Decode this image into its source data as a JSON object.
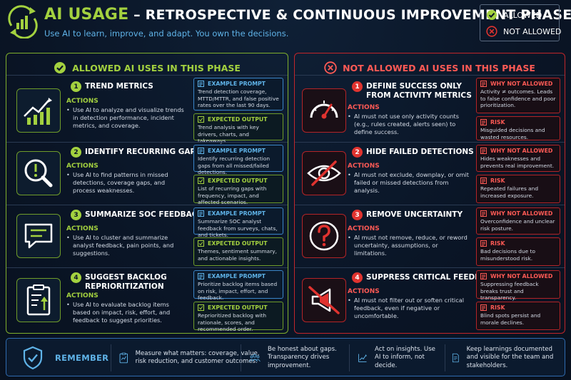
{
  "header": {
    "title_highlight": "AI USAGE",
    "title_rest": " – RETROSPECTIVE & CONTINUOUS IMPROVEMENT PHASE",
    "subtitle": "Use AI to learn, improve, and adapt. You own the decisions."
  },
  "legend": {
    "allowed": "ALLOWED",
    "not_allowed": "NOT ALLOWED"
  },
  "colors": {
    "allowed": "#a3d13f",
    "not_allowed": "#e0332f",
    "accent_blue": "#5fb3e8",
    "background": "#0a1526"
  },
  "allowed": {
    "heading": "ALLOWED AI USES IN THIS PHASE",
    "actions_label": "ACTIONS",
    "example_label": "EXAMPLE PROMPT",
    "output_label": "EXPECTED OUTPUT",
    "items": [
      {
        "num": "1",
        "icon": "trend-chart-icon",
        "title": "TREND METRICS",
        "action": "Use AI to analyze and visualize trends in detection performance, incident metrics, and coverage.",
        "prompt": "Trend detection coverage, MTTD/MTTR, and false positive rates over the last 90 days.",
        "output": "Trend analysis with key drivers, charts, and takeaways."
      },
      {
        "num": "2",
        "icon": "magnifier-alert-icon",
        "title": "IDENTIFY RECURRING GAPS",
        "action": "Use AI to find patterns in missed detections, coverage gaps, and process weaknesses.",
        "prompt": "Identify recurring detection gaps from all missed/failed detections.",
        "output": "List of recurring gaps with frequency, impact, and affected scenarios."
      },
      {
        "num": "3",
        "icon": "chat-feedback-icon",
        "title": "SUMMARIZE SOC FEEDBACK",
        "action": "Use AI to cluster and summarize analyst feedback, pain points, and suggestions.",
        "prompt": "Summarize SOC analyst feedback from surveys, chats, and tickets.",
        "output": "Themes, sentiment summary, and actionable insights."
      },
      {
        "num": "4",
        "icon": "clipboard-priority-icon",
        "title_line1": "SUGGEST BACKLOG",
        "title_line2": "REPRIORITIZATION",
        "action": "Use AI to evaluate backlog items based on impact, risk, effort, and feedback to suggest priorities.",
        "prompt": "Prioritize backlog items based on risk, impact, effort, and feedback.",
        "output": "Reprioritized backlog with rationale, scores, and recommended order."
      }
    ]
  },
  "not_allowed": {
    "heading": "NOT ALLOWED AI USES IN THIS PHASE",
    "actions_label": "ACTIONS",
    "why_label": "WHY NOT ALLOWED",
    "risk_label": "RISK",
    "items": [
      {
        "num": "1",
        "icon": "gauge-icon",
        "title_line1": "DEFINE SUCCESS ONLY",
        "title_line2": "FROM ACTIVITY METRICS",
        "action": "AI must not use only activity counts (e.g., rules created, alerts seen) to define success.",
        "why": "Activity ≠ outcomes. Leads to false confidence and poor prioritization.",
        "risk": "Misguided decisions and wasted resources."
      },
      {
        "num": "2",
        "icon": "eye-slash-icon",
        "title": "HIDE FAILED DETECTIONS",
        "action": "AI must not exclude, downplay, or omit failed or missed detections from analysis.",
        "why": "Hides weaknesses and prevents real improvement.",
        "risk": "Repeated failures and increased exposure."
      },
      {
        "num": "3",
        "icon": "question-icon",
        "title": "REMOVE UNCERTAINTY",
        "action": "AI must not remove, reduce, or reword uncertainty, assumptions, or limitations.",
        "why": "Overconfidence and unclear risk posture.",
        "risk": "Bad decisions due to misunderstood risk."
      },
      {
        "num": "4",
        "icon": "muted-megaphone-icon",
        "title": "SUPPRESS CRITICAL FEEDBACK",
        "action": "AI must not filter out or soften critical feedback, even if negative or uncomfortable.",
        "why": "Suppressing feedback breaks trust and transparency.",
        "risk": "Blind spots persist and morale declines."
      }
    ]
  },
  "remember": {
    "label": "REMEMBER",
    "items": [
      {
        "icon": "clipboard-chart-icon",
        "text": "Measure what matters: coverage, value, risk reduction, and customer outcomes."
      },
      {
        "icon": "team-icon",
        "text": "Be honest about gaps. Transparency drives improvement."
      },
      {
        "icon": "insight-chart-icon",
        "text": "Act on insights. Use AI to inform, not decide."
      },
      {
        "icon": "document-check-icon",
        "text": "Keep learnings documented and visible for the team and stakeholders."
      }
    ]
  }
}
